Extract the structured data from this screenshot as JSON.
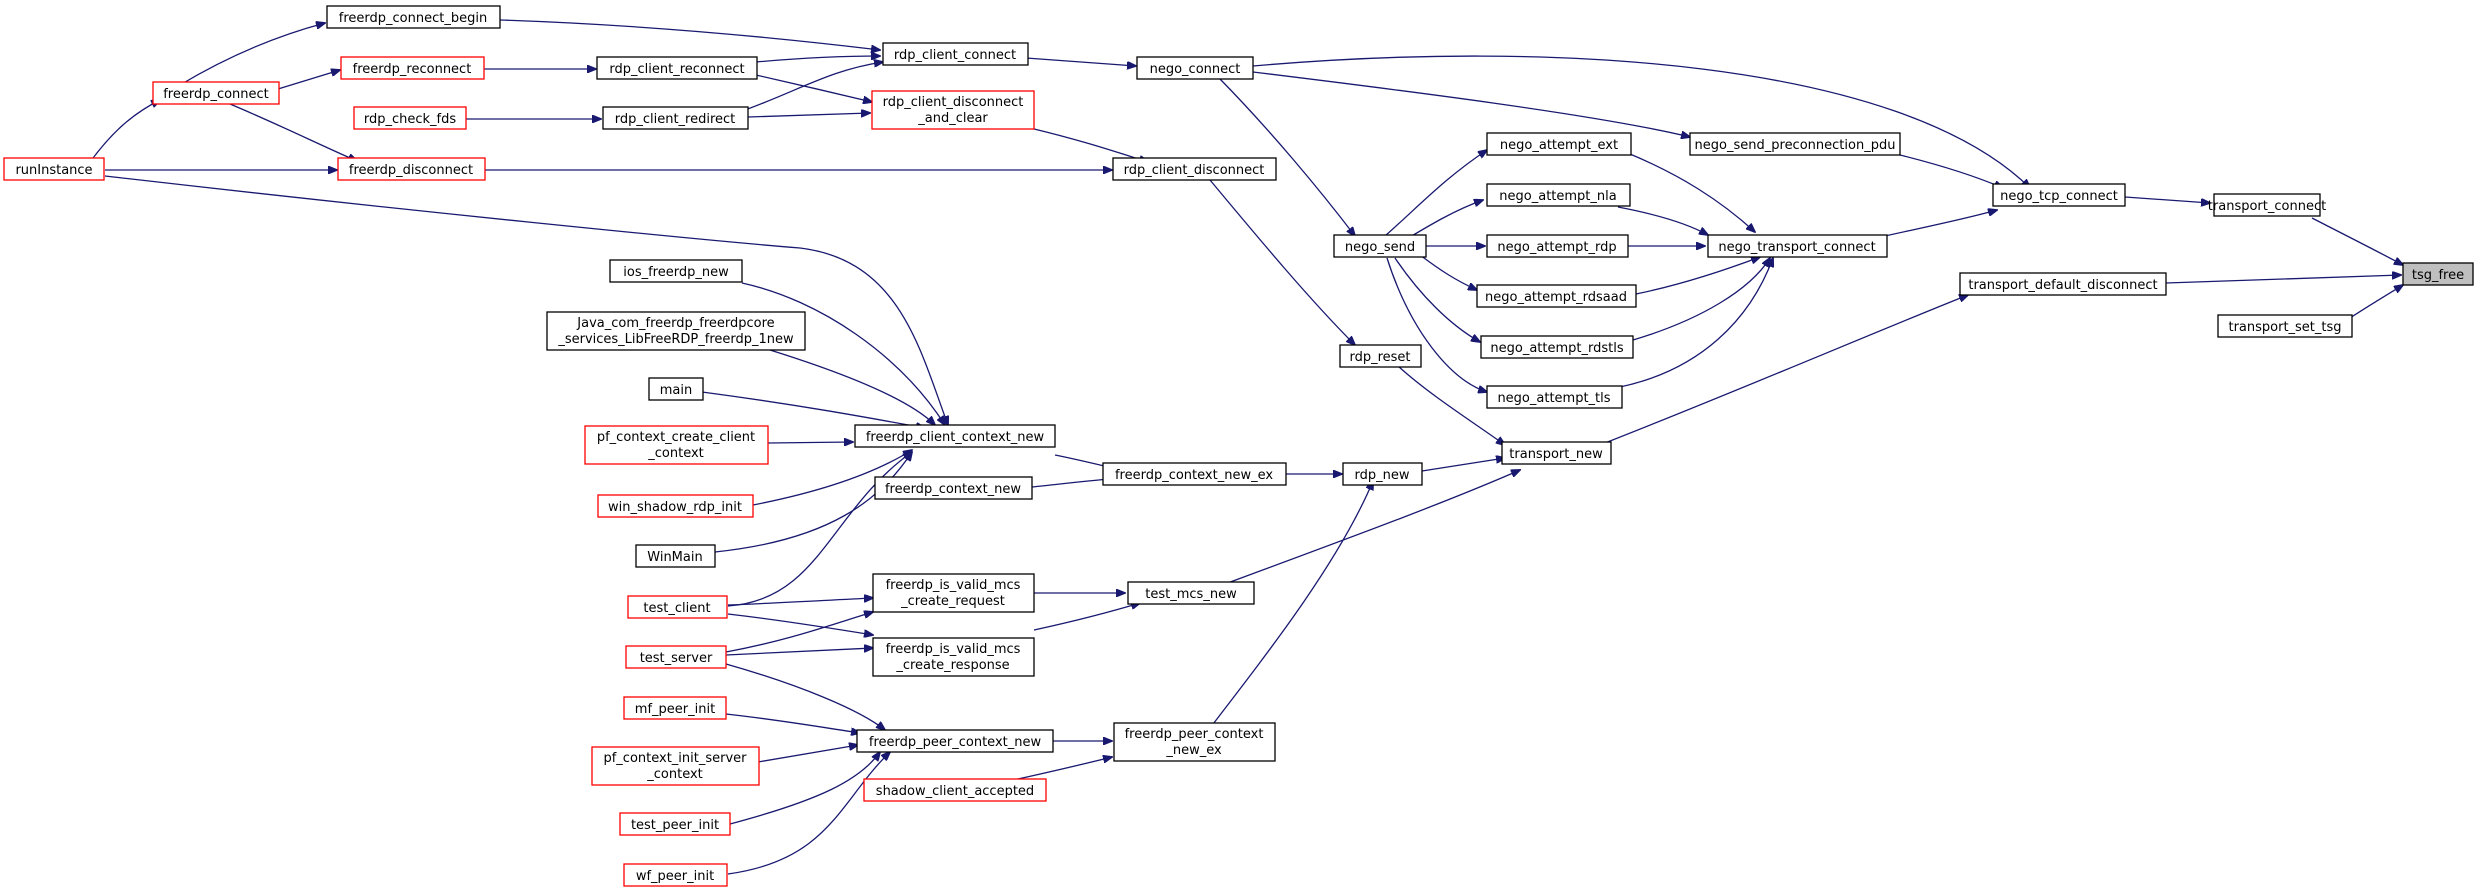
{
  "nodes": {
    "tsg_free": "tsg_free",
    "transport_connect": "transport_connect",
    "transport_default_disconnect": "transport_default_disconnect",
    "transport_set_tsg": "transport_set_tsg",
    "nego_tcp_connect": "nego_tcp_connect",
    "transport_new": "transport_new",
    "nego_connect": "nego_connect",
    "nego_send_preconnection_pdu": "nego_send_preconnection_pdu",
    "nego_transport_connect": "nego_transport_connect",
    "rdp_client_connect": "rdp_client_connect",
    "nego_attempt_ext": "nego_attempt_ext",
    "nego_attempt_nla": "nego_attempt_nla",
    "nego_attempt_rdp": "nego_attempt_rdp",
    "nego_attempt_rdsaad": "nego_attempt_rdsaad",
    "nego_attempt_rdstls": "nego_attempt_rdstls",
    "nego_attempt_tls": "nego_attempt_tls",
    "nego_send": "nego_send",
    "freerdp_connect_begin": "freerdp_connect_begin",
    "freerdp_connect": "freerdp_connect",
    "freerdp_reconnect": "freerdp_reconnect",
    "rdp_client_reconnect": "rdp_client_reconnect",
    "rdp_client_redirect": "rdp_client_redirect",
    "rdp_check_fds": "rdp_check_fds",
    "runInstance": "runInstance",
    "rdp_client_disconnect_and_clear_1": "rdp_client_disconnect",
    "rdp_client_disconnect_and_clear_2": "_and_clear",
    "rdp_client_disconnect": "rdp_client_disconnect",
    "freerdp_disconnect": "freerdp_disconnect",
    "rdp_reset": "rdp_reset",
    "rdp_new": "rdp_new",
    "test_mcs_new": "test_mcs_new",
    "freerdp_context_new_ex": "freerdp_context_new_ex",
    "freerdp_peer_context_new_ex_1": "freerdp_peer_context",
    "freerdp_peer_context_new_ex_2": "_new_ex",
    "freerdp_client_context_new": "freerdp_client_context_new",
    "freerdp_context_new": "freerdp_context_new",
    "freerdp_is_valid_mcs_create_request_1": "freerdp_is_valid_mcs",
    "freerdp_is_valid_mcs_create_request_2": "_create_request",
    "freerdp_is_valid_mcs_create_response_1": "freerdp_is_valid_mcs",
    "freerdp_is_valid_mcs_create_response_2": "_create_response",
    "freerdp_peer_context_new": "freerdp_peer_context_new",
    "shadow_client_accepted": "shadow_client_accepted",
    "ios_freerdp_new": "ios_freerdp_new",
    "java_new_1": "Java_com_freerdp_freerdpcore",
    "java_new_2": "_services_LibFreeRDP_freerdp_1new",
    "main": "main",
    "pf_context_create_client_context_1": "pf_context_create_client",
    "pf_context_create_client_context_2": "_context",
    "win_shadow_rdp_init": "win_shadow_rdp_init",
    "WinMain": "WinMain",
    "test_client": "test_client",
    "test_server": "test_server",
    "mf_peer_init": "mf_peer_init",
    "pf_context_init_server_context_1": "pf_context_init_server",
    "pf_context_init_server_context_2": "_context",
    "test_peer_init": "test_peer_init",
    "wf_peer_init": "wf_peer_init"
  },
  "colors": {
    "edge": "#191970",
    "normal_border": "#000000",
    "truncated_border": "#ff0000",
    "focus_fill": "#bfbfbf"
  }
}
